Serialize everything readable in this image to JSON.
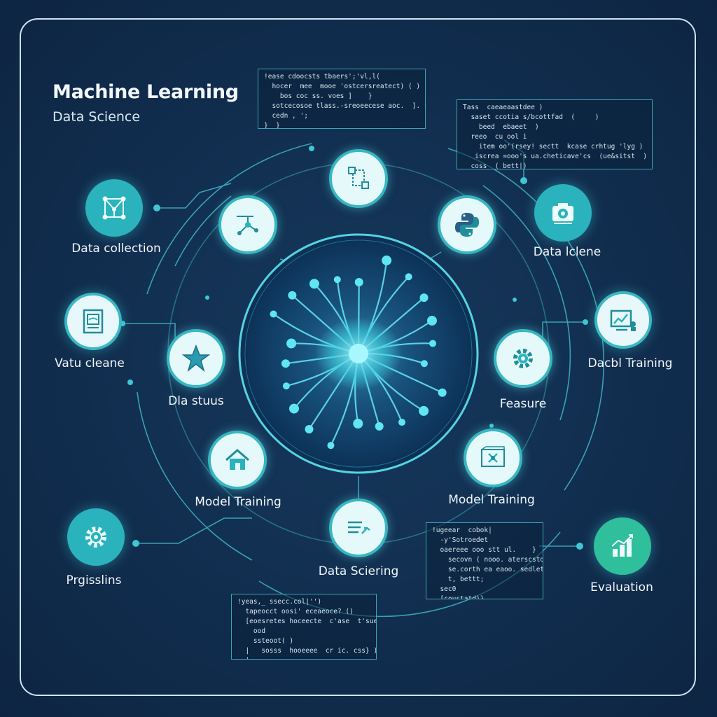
{
  "header": {
    "title": "Machine Learning",
    "subtitle": "Data Science"
  },
  "outer_nodes": [
    {
      "id": "data-collection",
      "label": "Data collection",
      "icon": "network-nodes-icon"
    },
    {
      "id": "vatu-cleane",
      "label": "Vatu cleane",
      "icon": "document-frame-icon"
    },
    {
      "id": "prgisslins",
      "label": "Prgisslins",
      "icon": "gear-cog-icon"
    },
    {
      "id": "data-iclene",
      "label": "Data lclene",
      "icon": "camera-device-icon"
    },
    {
      "id": "dacbl-training",
      "label": "Dacbl Training",
      "icon": "analytics-monitor-icon"
    },
    {
      "id": "evaluation",
      "label": "Evaluation",
      "icon": "bar-chart-icon"
    }
  ],
  "inner_nodes": [
    {
      "id": "top",
      "label": "",
      "icon": "flow-diagram-icon"
    },
    {
      "id": "upper-left",
      "label": "",
      "icon": "connected-points-icon"
    },
    {
      "id": "upper-right",
      "label": "",
      "icon": "python-logo-icon"
    },
    {
      "id": "left",
      "label": "Dla stuus",
      "icon": "star-icon"
    },
    {
      "id": "right",
      "label": "Feasure",
      "icon": "cog-icon"
    },
    {
      "id": "lower-left",
      "label": "Model Training",
      "icon": "house-icon"
    },
    {
      "id": "lower-right",
      "label": "Model Training",
      "icon": "blueprint-icon"
    },
    {
      "id": "bottom",
      "label": "Data Sciering",
      "icon": "list-arrow-icon"
    }
  ],
  "code_blocks": [
    {
      "id": "code-top-center",
      "lines": [
        "!ease cdoocsts tbaers';'vl,l(",
        "  hocer  mee  mooe 'ostcersreatect) ( )",
        "    bos coc ss. voes ]    }",
        "  sotcecosoe tlass.-sreoeecese aoc.  ]. {o}",
        "  cedn , ';",
        "}  }"
      ]
    },
    {
      "id": "code-top-right",
      "lines": [
        "Tass  caeaeaastdee )",
        "  saset ccotia s/bcottfad  (     )",
        "    beed  ebaeet  )",
        "  reeo  cu ool i",
        "    item oo'(rsey! sectt  kcase crhtug 'lyg )",
        "   iscrea =ooo's ua.cheticave'cs  (ue&sitst  )",
        "  coss  ( bett|)"
      ]
    },
    {
      "id": "code-bottom-right",
      "lines": [
        "!ugeear  cobok|",
        "  -y'Sotroedet",
        "  oaereee ooo stt ul.    }",
        "    secovn ( nooo. aterscstde",
        "    se.corth ea eaoo. sedlet]  }",
        "    t, bettt;",
        "  sec0",
        "  [coustatd)}"
      ]
    },
    {
      "id": "code-bottom-center",
      "lines": [
        "!yeas,_ ssecc.col|'')",
        "  tapeocct oosi' eceaeoce? ()",
        "  [eoesretes hoceecte  c'ase  t'sueelst  ]}",
        "    ood",
        "    ssteoot( )",
        "  |   sosss  hooeeee  cr ic. css} )}",
        "  |"
      ]
    }
  ],
  "colors": {
    "background": "#112d4e",
    "accent": "#2ab3bd",
    "node_fill": "#e6f9fa",
    "line": "#3fb6c4",
    "text": "#f2f6fa"
  }
}
